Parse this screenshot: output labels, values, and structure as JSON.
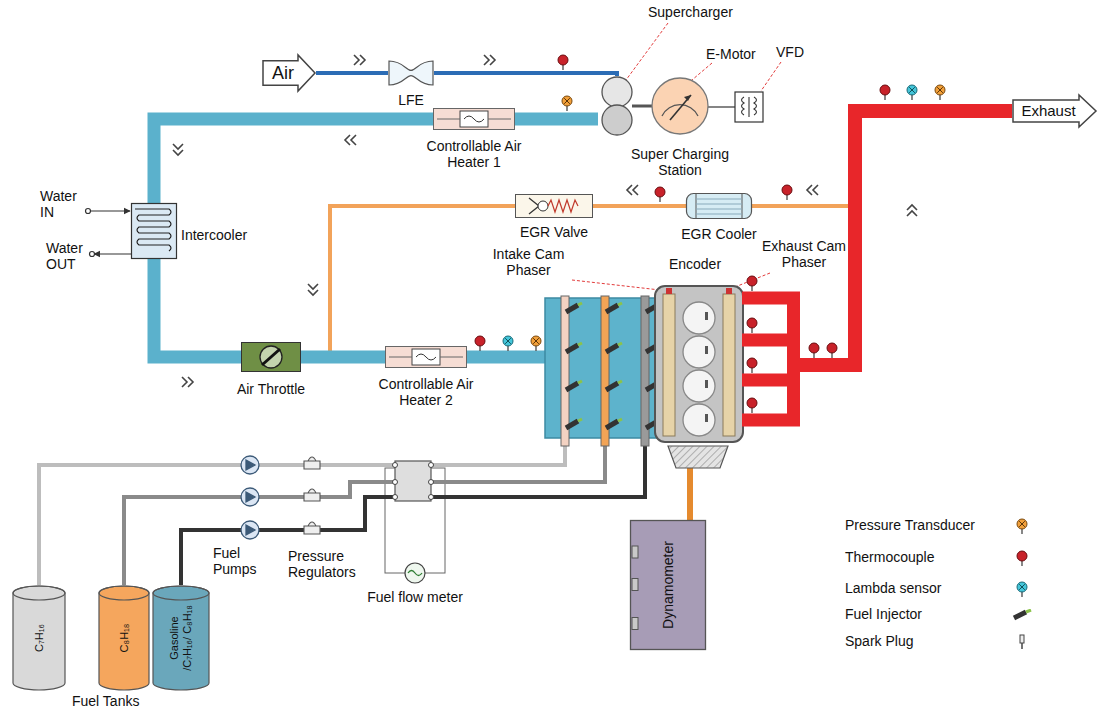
{
  "diagram": {
    "nodes": [
      {
        "text": [
          "Air"
        ]
      },
      {
        "text": [
          "LFE"
        ]
      },
      {
        "text": [
          "Super Charging Station"
        ]
      },
      {
        "text": [
          "Controllable Air Heater 1"
        ]
      },
      {
        "text": [
          "Intercooler"
        ]
      },
      {
        "text": [
          "Air Throttle"
        ]
      },
      {
        "text": [
          "Controllable Air Heater 2"
        ]
      },
      {
        "text": [
          "EGR Valve"
        ]
      },
      {
        "text": [
          "EGR Cooler"
        ]
      },
      {
        "text": [
          "Encoder"
        ]
      },
      {
        "text": [
          "Exhaust"
        ]
      },
      {
        "text": [
          "Dynamometer"
        ]
      },
      {
        "text": [
          "C₇H₁₆"
        ]
      },
      {
        "text": [
          "C₈H₁₈"
        ]
      },
      {
        "text": [
          "Gasoline /C₇H₁₆/ C₈H₁₈"
        ]
      },
      {
        "text": [
          "Fuel flow meter"
        ]
      }
    ],
    "edges": [
      {
        "from": 0,
        "to": 1,
        "arrow": "none"
      },
      {
        "from": 1,
        "to": 2,
        "arrow": "none"
      },
      {
        "from": 2,
        "to": 3,
        "arrow": "none"
      },
      {
        "from": 3,
        "to": 4,
        "arrow": "none"
      },
      {
        "from": 4,
        "to": 5,
        "arrow": "none"
      },
      {
        "from": 5,
        "to": 6,
        "arrow": "none"
      },
      {
        "from": 6,
        "to": 9,
        "arrow": "none"
      },
      {
        "from": 9,
        "to": 10,
        "arrow": "none"
      },
      {
        "from": 9,
        "to": 8,
        "arrow": "none"
      },
      {
        "from": 8,
        "to": 7,
        "arrow": "none"
      },
      {
        "from": 7,
        "to": 6,
        "arrow": "none"
      },
      {
        "from": 9,
        "to": 11,
        "arrow": "none"
      },
      {
        "from": 12,
        "to": 15,
        "arrow": "none"
      },
      {
        "from": 13,
        "to": 15,
        "arrow": "none"
      },
      {
        "from": 14,
        "to": 15,
        "arrow": "none"
      },
      {
        "from": 15,
        "to": 9,
        "arrow": "none"
      },
      {
        "from": 15,
        "to": 9,
        "arrow": "none"
      },
      {
        "from": 15,
        "to": 9,
        "arrow": "none"
      }
    ],
    "labels": [
      "Supercharger",
      "E-Motor",
      "VFD",
      "Water IN",
      "Water OUT",
      "Intake Cam Phaser",
      "Exhaust Cam Phaser",
      "Fuel Pumps",
      "Pressure Regulators",
      "Fuel Tanks"
    ],
    "legend": [
      {
        "text": "Pressure Transducer"
      },
      {
        "text": "Thermocouple"
      },
      {
        "text": "Lambda sensor"
      },
      {
        "text": "Fuel Injector"
      },
      {
        "text": "Spark Plug"
      }
    ]
  }
}
